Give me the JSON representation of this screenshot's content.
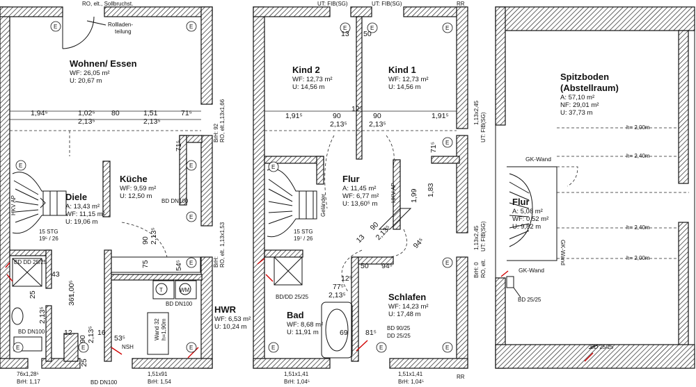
{
  "panels": {
    "eg": {
      "rooms": [
        {
          "name": "Wohnen/ Essen",
          "wf": "WF: 26,05 m²",
          "u": "U: 20,67 m"
        },
        {
          "name": "Küche",
          "wf": "WF: 9,59 m²",
          "u": "U: 12,50 m"
        },
        {
          "name": "Diele",
          "a": "A: 13,43 m²",
          "wf": "WF: 11,15 m²",
          "u": "U: 19,06 m"
        },
        {
          "name": "HWR",
          "wf": "WF: 6,53 m²",
          "u": "U: 10,24 m"
        }
      ],
      "labels": {
        "top": "RO, elt., Sollbruchst.",
        "rolladen": "Rollladen-",
        "teilung": "teilung",
        "right": "1,13x1,66",
        "right2": "1,13x1,53",
        "brh": "BrH: 92",
        "ro": "RO, elt.",
        "brh2": "BrH:",
        "ro2": "RO, elt.",
        "stg": "15 STG",
        "stgsub": "19⁵ / 26",
        "hkv": "HKV AP",
        "bd100a": "BD DN100",
        "bd100b": "BD DN100",
        "bd100c": "BD DN100",
        "bd2525": "BD DD 25/25",
        "wm": "WM",
        "t": "T",
        "winw": "76x1,28⁵",
        "winh": "BrH: 1,17",
        "win2w": "1,51x91",
        "win2h": "BrH: 1,54",
        "bdbottom": "BD DN100",
        "nsh": "NSH",
        "wand": "Wand 32",
        "h2": "h=1,90m"
      },
      "dims": [
        "1,94⁵",
        "1,02⁵",
        "2,13⁵",
        "80",
        "1,51",
        "2,13⁵",
        "71⁵",
        "71⁵",
        "90",
        "2,13⁵",
        "75",
        "54⁵",
        "43",
        "1,00⁵",
        "36⁵",
        "2,13⁵",
        "25",
        "12",
        "90",
        "2,13⁵",
        "16",
        "53⁵",
        "25"
      ]
    },
    "og": {
      "rooms": [
        {
          "name": "Kind 2",
          "wf": "WF: 12,73 m²",
          "u": "U: 14,56 m"
        },
        {
          "name": "Kind 1",
          "wf": "WF: 12,73 m²",
          "u": "U: 14,56 m"
        },
        {
          "name": "Flur",
          "a": "A: 11,45 m²",
          "wf": "WF: 6,77 m²",
          "u": "U: 13,60⁵ m"
        },
        {
          "name": "Schlafen",
          "wf": "WF: 14,23 m²",
          "u": "U: 17,48 m"
        },
        {
          "name": "Bad",
          "wf": "WF: 8,68 m²",
          "u": "U: 11,91 m"
        }
      ],
      "labels": {
        "topl": "UT: FIB(SG)",
        "topr": "UT: FIB(SG)",
        "right": "1,13x2,45",
        "ut": "UT: FIB(SG)",
        "right2": "1,13x2,45",
        "ut2": "UT: FIB(SG)",
        "ro": "RO, elt.",
        "brh": "BrH: 0",
        "stg": "15 STG",
        "stgsub": "19⁷ / 26",
        "gelander": "Geländer",
        "hkv": "HKV AP",
        "bd2525": "BD/DD 25/25",
        "bd9025": "BD 90/25",
        "dd2525": "DD 25/25",
        "win1w": "1,51x1,41",
        "win1h": "BrH: 1,04⁵",
        "win2w": "1,51x1,41",
        "win2h": "BrH: 1,04⁵",
        "rr": "RR"
      },
      "dims": [
        "13",
        "50",
        "1,91⁵",
        "90",
        "12⁵",
        "90",
        "1,91⁵",
        "2,13⁵",
        "2,13⁵",
        "71⁵",
        "1,99",
        "1,83",
        "13",
        "90",
        "2,13⁵",
        "94⁵",
        "50",
        "94⁵",
        "77⁵",
        "2,13⁵",
        "12⁵",
        "69",
        "81⁵"
      ]
    },
    "dg": {
      "rooms": [
        {
          "name": "Spitzboden",
          "name2": "(Abstellraum)",
          "a": "A: 57,10 m²",
          "nf": "NF: 29,01 m²",
          "u": "U: 37,73 m"
        },
        {
          "name": "Flur",
          "a": "A: 5,08 m²",
          "wf": "WF: 0,52 m²",
          "u": "U: 9,82 m"
        }
      ],
      "labels": {
        "gk1": "GK-Wand",
        "gk2": "GK-Wand",
        "gk3": "GK-Wand",
        "h200a": "h= 2,00m",
        "h240a": "h= 2,40m",
        "h240b": "h= 2,40m",
        "h200b": "h= 2,00m",
        "bd1": "BD 25/25",
        "bd2": "BD 25/25"
      }
    }
  }
}
